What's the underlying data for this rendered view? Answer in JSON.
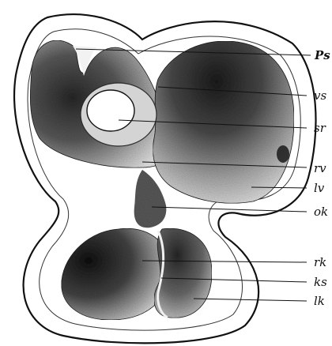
{
  "figure": {
    "labels": {
      "ps": "Ps",
      "vs": "vs",
      "sr": "sr",
      "rv": "rv",
      "lv": "lv",
      "ok": "ok",
      "rk": "rk",
      "ks": "ks",
      "lk": "lk"
    }
  },
  "colors": {
    "ink": "#111111",
    "background": "#ffffff",
    "tissue_dark": "#1c1c1c",
    "tissue_mid": "#8a8a8a",
    "tissue_light": "#e6e6e6"
  }
}
